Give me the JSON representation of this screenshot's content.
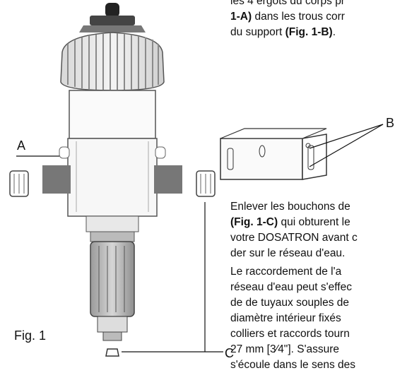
{
  "labels": {
    "A": "A",
    "B": "B",
    "C": "C",
    "figure": "Fig. 1"
  },
  "paragraph_top": [
    {
      "pre": "les 4 ergots du corps pr",
      "ref": "",
      "post": ""
    },
    {
      "pre": "",
      "ref": "1-A)",
      "post": " dans les trous corr"
    },
    {
      "pre": "du support ",
      "ref": "(Fig. 1-B)",
      "post": "."
    }
  ],
  "paragraph_mid": [
    {
      "pre": "Enlever les bouchons de",
      "ref": "",
      "post": ""
    },
    {
      "pre": "",
      "ref": "(Fig. 1-C)",
      "post": " qui obturent le"
    },
    {
      "pre": "votre DOSATRON avant c",
      "ref": "",
      "post": ""
    },
    {
      "pre": "der sur le réseau d'eau.",
      "ref": "",
      "post": ""
    }
  ],
  "paragraph_bottom": [
    {
      "text": "Le raccordement de l'a"
    },
    {
      "text": "réseau d'eau peut s'effec"
    },
    {
      "text": "de de tuyaux souples de"
    },
    {
      "text": "diamètre intérieur fixés"
    },
    {
      "text": "colliers et raccords tourn"
    },
    {
      "text": "27 mm [3⁄4\"]. S'assure"
    },
    {
      "text": "s'écoule dans le sens des"
    }
  ]
}
